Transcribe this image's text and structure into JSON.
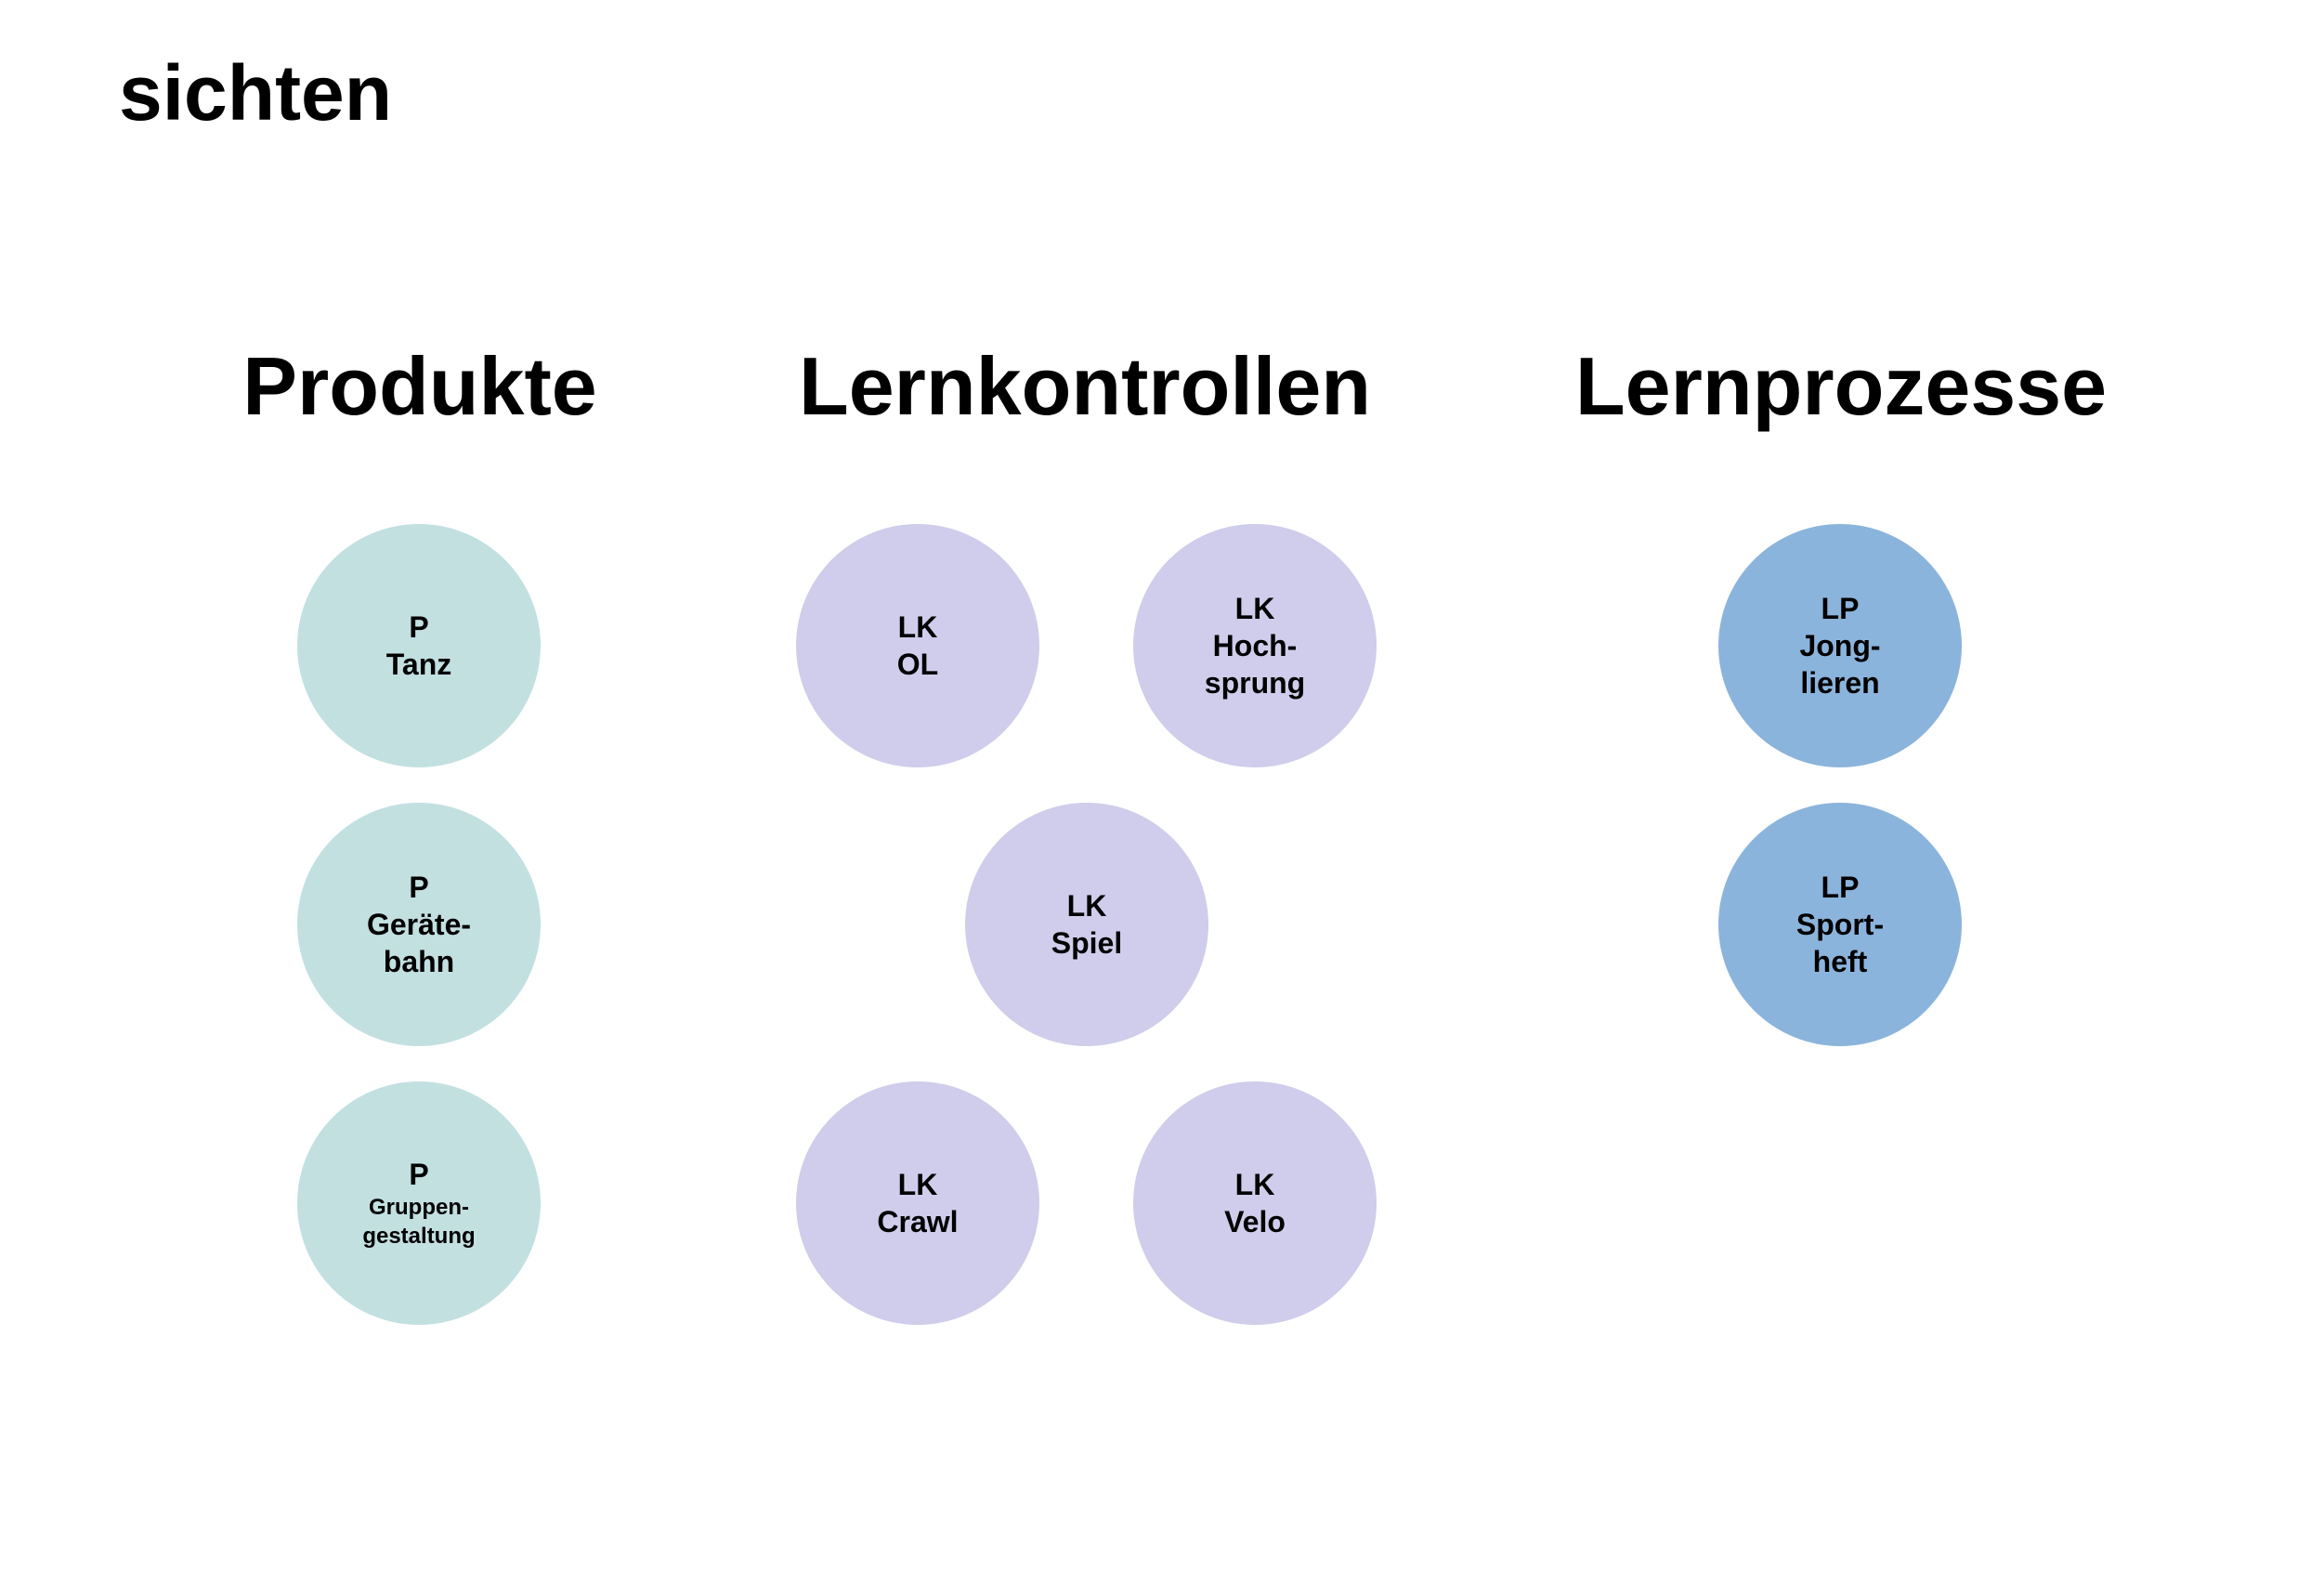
{
  "title": "sichten",
  "colors": {
    "produkte": "#c3e0e1",
    "lernkontrollen": "#cfcdeb",
    "lernprozesse": "#8bb4dc"
  },
  "columns": {
    "produkte": {
      "title": "Produkte",
      "items": [
        {
          "lines": [
            "P",
            "Tanz"
          ]
        },
        {
          "lines": [
            "P",
            "Geräte-",
            "bahn"
          ]
        },
        {
          "lines": [
            "P",
            "Gruppen-",
            "gestaltung"
          ]
        }
      ]
    },
    "lernkontrollen": {
      "title": "Lernkontrollen",
      "items": [
        {
          "lines": [
            "LK",
            "OL"
          ]
        },
        {
          "lines": [
            "LK",
            "Hoch-",
            "sprung"
          ]
        },
        {
          "lines": [
            "LK",
            "Spiel"
          ]
        },
        {
          "lines": [
            "LK",
            "Crawl"
          ]
        },
        {
          "lines": [
            "LK",
            "Velo"
          ]
        }
      ]
    },
    "lernprozesse": {
      "title": "Lernprozesse",
      "items": [
        {
          "lines": [
            "LP",
            "Jong-",
            "lieren"
          ]
        },
        {
          "lines": [
            "LP",
            "Sport-",
            "heft"
          ]
        }
      ]
    }
  }
}
